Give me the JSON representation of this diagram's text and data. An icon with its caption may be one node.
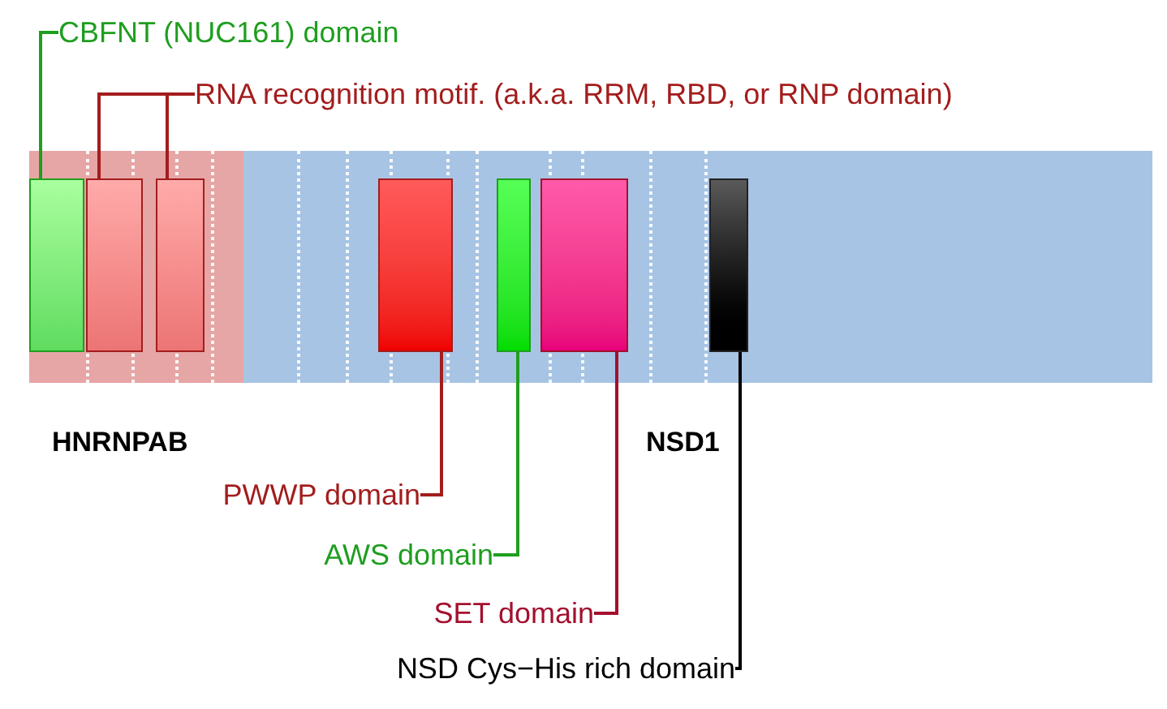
{
  "diagram": {
    "nodes": [
      {
        "text": [
          "HNRNPAB"
        ]
      },
      {
        "text": [],
        "shape": "box",
        "in": 0
      },
      {
        "text": [],
        "shape": "box",
        "in": 0
      },
      {
        "text": [],
        "shape": "box",
        "in": 0
      },
      {
        "text": [
          "NSD1"
        ]
      },
      {
        "text": [],
        "shape": "box",
        "in": 4
      },
      {
        "text": [],
        "shape": "box",
        "in": 4
      },
      {
        "text": [],
        "shape": "box",
        "in": 4
      },
      {
        "text": [],
        "shape": "box",
        "in": 4
      },
      {
        "text": [
          "CBFNT (NUC161) domain"
        ]
      },
      {
        "text": [
          "RNA recognition motif. (a.k.a. RRM, RBD, or RNP domain)"
        ]
      },
      {
        "text": [
          "PWWP domain"
        ]
      },
      {
        "text": [
          "AWS domain"
        ]
      },
      {
        "text": [
          "SET domain"
        ]
      },
      {
        "text": [
          "NSD Cys−His rich domain"
        ]
      }
    ],
    "edges": [
      {
        "from": 9,
        "to": 1,
        "arrow": "none",
        "color": "#1f9e1f"
      },
      {
        "from": 10,
        "to": 2,
        "arrow": "none",
        "color": "#a31d1d"
      },
      {
        "from": 10,
        "to": 3,
        "arrow": "none",
        "color": "#a31d1d"
      },
      {
        "from": 11,
        "to": 5,
        "arrow": "none",
        "color": "#a31d1d"
      },
      {
        "from": 12,
        "to": 6,
        "arrow": "none",
        "color": "#1f9e1f"
      },
      {
        "from": 13,
        "to": 7,
        "arrow": "none",
        "color": "#a3102e"
      },
      {
        "from": 14,
        "to": 8,
        "arrow": "none",
        "color": "#000000"
      }
    ]
  }
}
